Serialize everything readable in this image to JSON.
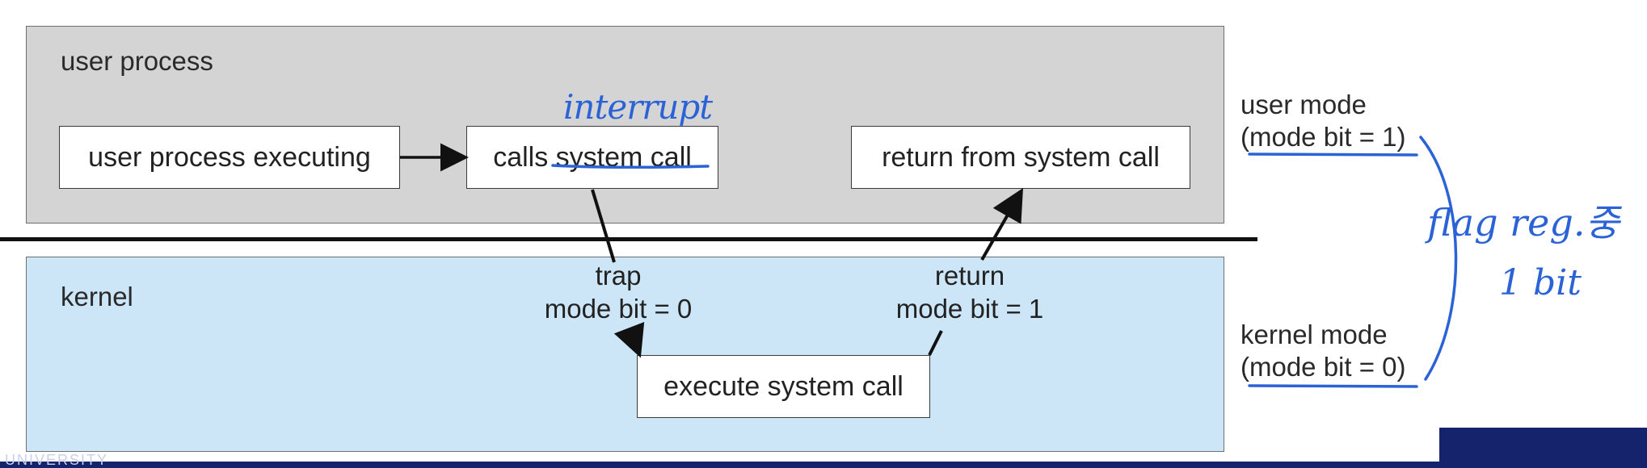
{
  "panels": {
    "user": {
      "label": "user process"
    },
    "kernel": {
      "label": "kernel"
    }
  },
  "boxes": {
    "user_exec": "user process executing",
    "calls_prefix": "calls ",
    "calls_system_call": "system call",
    "return_from": "return from system call",
    "execute": "execute system call"
  },
  "transitions": {
    "trap": {
      "line1": "trap",
      "line2": "mode bit = 0"
    },
    "return": {
      "line1": "return",
      "line2": "mode bit = 1"
    }
  },
  "modes": {
    "user": {
      "line1": "user mode",
      "line2": "(mode bit = 1)"
    },
    "kernel": {
      "line1": "kernel mode",
      "line2": "(mode bit = 0)"
    }
  },
  "annotations": {
    "interrupt": "interrupt",
    "flag_reg": "flag reg.중",
    "one_bit": "1 bit",
    "ink_color": "#2b63d6"
  },
  "footer": {
    "text": "UNIVERSITY",
    "bar_color": "#14236b"
  },
  "colors": {
    "user_panel": "#d4d4d4",
    "kernel_panel": "#cde6f7"
  }
}
